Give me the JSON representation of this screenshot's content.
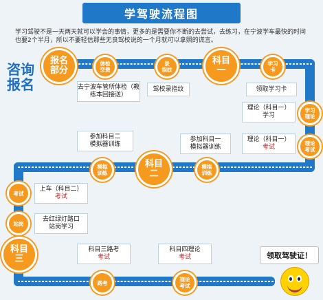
{
  "title": "学驾驶流程图",
  "intro": "学习驾驶不是一天两天就可以学会的事情，更多的是需要你不断的去尝试，去练习，在宁波学车最快的时间也要2个半月，所以不要轻信那些无良驾校说的一个月就可以拿照的谎言。",
  "side_title": "咨询报名",
  "major_nodes": {
    "baoming": "报名\n部分",
    "kemu1": "科目\n一",
    "kemu2": "科目\n二",
    "kemu3": "科目\n三"
  },
  "minor_nodes": {
    "tijian": "体检\n交费",
    "shou_zhiwen": "录\n指纹",
    "xuexi_ka": "学习\n卡",
    "xuexi_lilun": "学习\n理论",
    "lilun_kaoshi": "理论\n考试",
    "moni_lian1": "模拟\n训练",
    "moni_lian2": "模拟\n训练",
    "kaoshi": "考试",
    "zhan_gang": "站岗",
    "lu_kao": "路考",
    "lilun_kaoshi2": "理论\n考试"
  },
  "boxes": {
    "tijian": "去宁波车管所体检（教练本回接送）",
    "zhiwen": "驾校录指纹",
    "lingqu_ka": "领取学习卡",
    "lilun_xuexi_a": "理论（科目一）",
    "lilun_xuexi_b": "学习",
    "lilun_kaoshi_a": "理论（科目一）",
    "lilun_kaoshi_b": "考试",
    "moni1_a": "参加科目一",
    "moni1_b": "模拟器训练",
    "moni2_a": "参加科目二",
    "moni2_b": "模拟器训练",
    "shangche_a": "上车（科目二）",
    "shangche_b": "考试",
    "zhangang_a": "去红绿灯路口",
    "zhangang_b": "站岗学习",
    "kemu3_a": "科目三路考",
    "kemu3_b": "考试",
    "kemu4_a": "科目四理论",
    "kemu4_b": "考试"
  },
  "certificate": "领取驾驶证！",
  "colors": {
    "blue": "#1f78c8",
    "orange": "#f59a1f",
    "red": "#e02020"
  }
}
